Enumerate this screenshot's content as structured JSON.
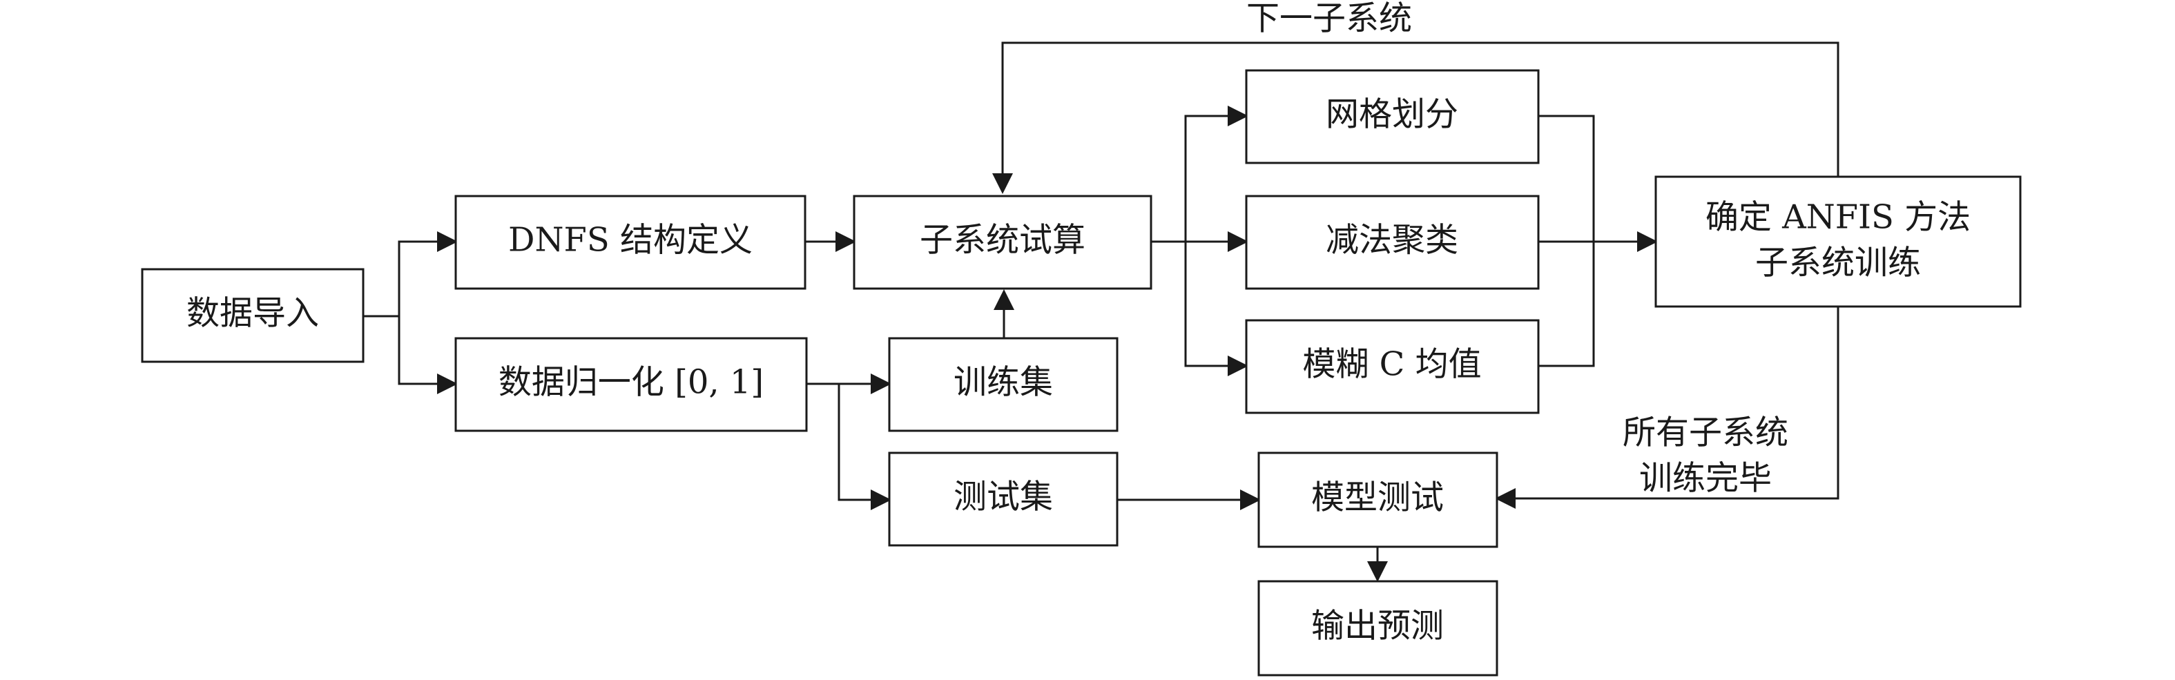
{
  "nodes": {
    "data_import": "数据导入",
    "dnfs_structure": "DNFS 结构定义",
    "normalization": "数据归一化 [0, 1]",
    "subsystem_trial": "子系统试算",
    "training_set": "训练集",
    "test_set": "测试集",
    "grid_partition": "网格划分",
    "subtractive_clustering": "减法聚类",
    "fuzzy_c_means": "模糊 C 均值",
    "anfis_line1": "确定 ANFIS 方法",
    "anfis_line2": "子系统训练",
    "model_test": "模型测试",
    "output_prediction": "输出预测"
  },
  "edge_labels": {
    "next_subsystem": "下一子系统",
    "all_trained_line1": "所有子系统",
    "all_trained_line2": "训练完毕"
  }
}
